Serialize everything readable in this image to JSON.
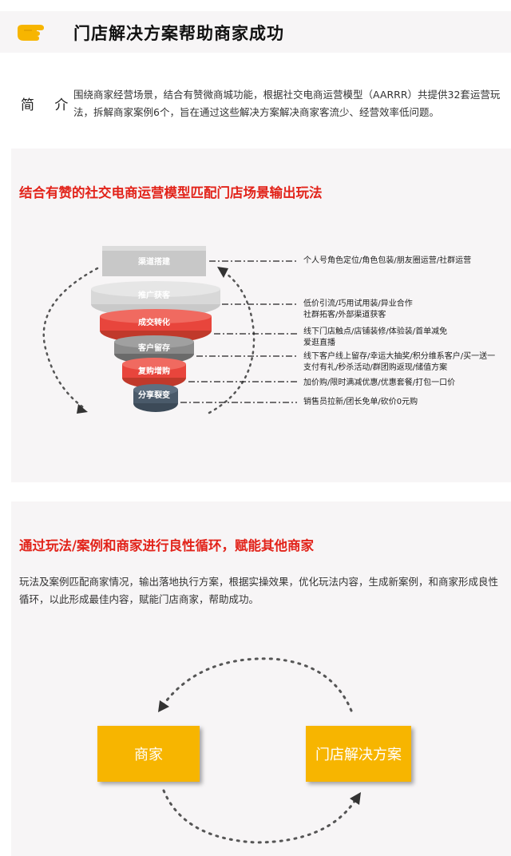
{
  "header": {
    "title": "门店解决方案帮助商家成功",
    "icon": "pointing-hand-icon",
    "accent": "#f7b500"
  },
  "intro": {
    "label": "简 介",
    "text": "围绕商家经营场景，结合有赞微商城功能，根据社交电商运营模型（AARRR）共提供32套运营玩法，拆解商家案例6个，旨在通过这些解决方案解决商家客流少、经营效率低问题。"
  },
  "section1": {
    "title": "结合有赞的社交电商运营模型匹配门店场景输出玩法",
    "funnel": [
      {
        "label": "渠道搭建",
        "color": "#c8c8c8"
      },
      {
        "label": "推广获客",
        "color": "#d8d8d8"
      },
      {
        "label": "成交转化",
        "color": "#e8453c"
      },
      {
        "label": "客户留存",
        "color": "#8a8a8a"
      },
      {
        "label": "复购增购",
        "color": "#e8453c"
      },
      {
        "label": "分享裂变",
        "color": "#4a5a6a"
      }
    ],
    "annotations": [
      {
        "lines": [
          "个人号角色定位/角色包装/朋友圈运营/社群运营"
        ]
      },
      {
        "lines": [
          "低价引流/巧用试用装/异业合作",
          "社群拓客/外部渠道获客"
        ]
      },
      {
        "lines": [
          "线下门店触点/店铺装修/体验装/首单减免",
          "爱逛直播"
        ]
      },
      {
        "lines": [
          "线下客户线上留存/幸运大抽奖/积分维系客户/买一送一",
          "支付有礼/秒杀活动/群团购返现/储值方案"
        ]
      },
      {
        "lines": [
          "加价购/限时满减优惠/优惠套餐/打包一口价"
        ]
      },
      {
        "lines": [
          "销售员拉新/团长免单/砍价0元购"
        ]
      }
    ]
  },
  "section2": {
    "title": "通过玩法/案例和商家进行良性循环，赋能其他商家",
    "text": "玩法及案例匹配商家情况，输出落地执行方案，根据实操效果，优化玩法内容，生成新案例，和商家形成良性循环，以此形成最佳内容，赋能门店商家，帮助成功。",
    "box_left": "商家",
    "box_right": "门店解决方案",
    "box_color": "#f7b500"
  },
  "colors": {
    "red": "#e2231a",
    "panel": "#f7f5f6"
  }
}
